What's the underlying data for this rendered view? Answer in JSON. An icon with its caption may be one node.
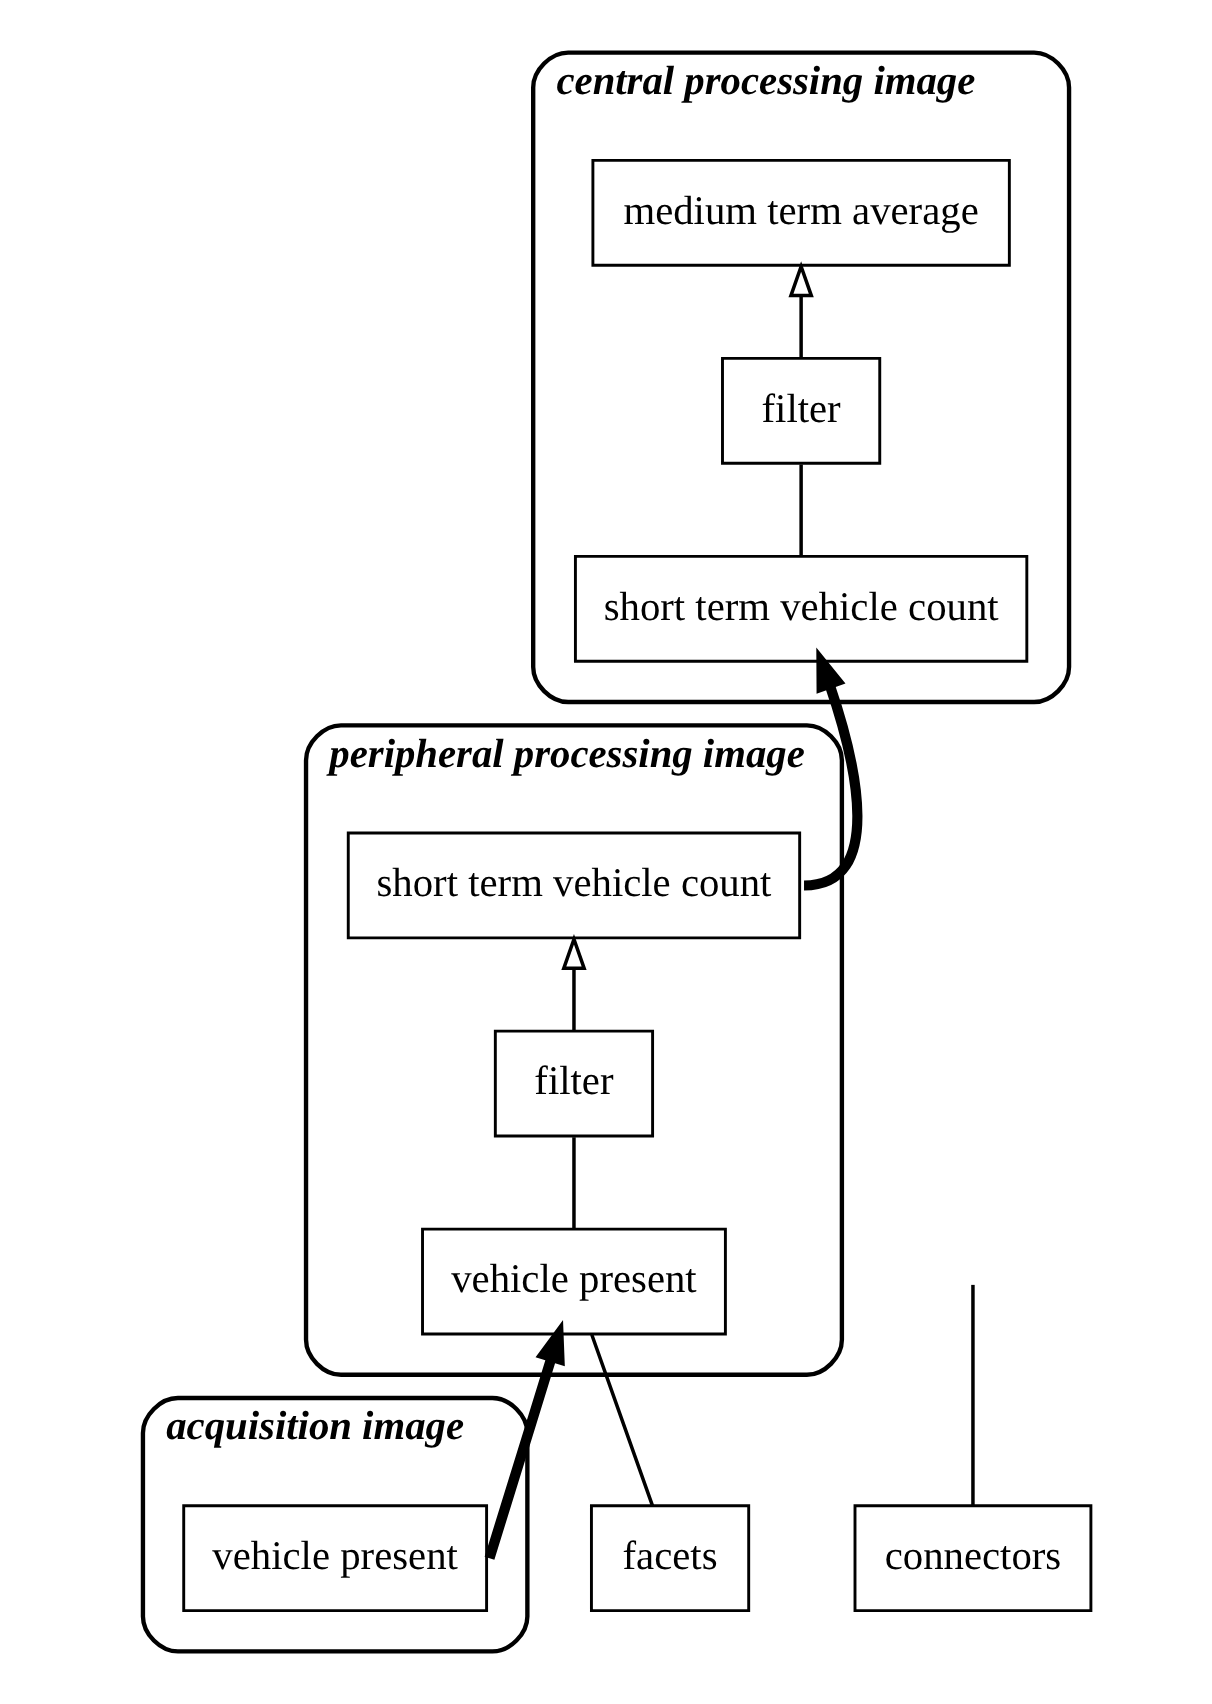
{
  "diagram": {
    "nodes": [
      {
        "text": [
          "central processing image"
        ]
      },
      {
        "text": [
          "medium term average"
        ],
        "in": 0
      },
      {
        "text": [
          "filter"
        ],
        "in": 0
      },
      {
        "text": [
          "short term vehicle count"
        ],
        "in": 0
      },
      {
        "text": [
          "peripheral processing image"
        ]
      },
      {
        "text": [
          "short term vehicle count"
        ],
        "in": 4
      },
      {
        "text": [
          "filter"
        ],
        "in": 4
      },
      {
        "text": [
          "vehicle present"
        ],
        "in": 4
      },
      {
        "text": [
          "acquisition image"
        ]
      },
      {
        "text": [
          "vehicle present"
        ],
        "in": 8
      },
      {
        "text": [
          "facets"
        ]
      },
      {
        "text": [
          "connectors"
        ]
      }
    ],
    "edges": [
      {
        "from": 3,
        "to": 2,
        "arrow": "none"
      },
      {
        "from": 2,
        "to": 1,
        "arrow": "to"
      },
      {
        "from": 7,
        "to": 6,
        "arrow": "none"
      },
      {
        "from": 6,
        "to": 5,
        "arrow": "to"
      },
      {
        "from": 5,
        "to": 3,
        "arrow": "to",
        "style": "thick"
      },
      {
        "from": 9,
        "to": 7,
        "arrow": "to",
        "style": "thick"
      },
      {
        "from": 10,
        "to": 7,
        "arrow": "none"
      },
      {
        "from": 11,
        "to": null,
        "arrow": "none"
      }
    ]
  }
}
